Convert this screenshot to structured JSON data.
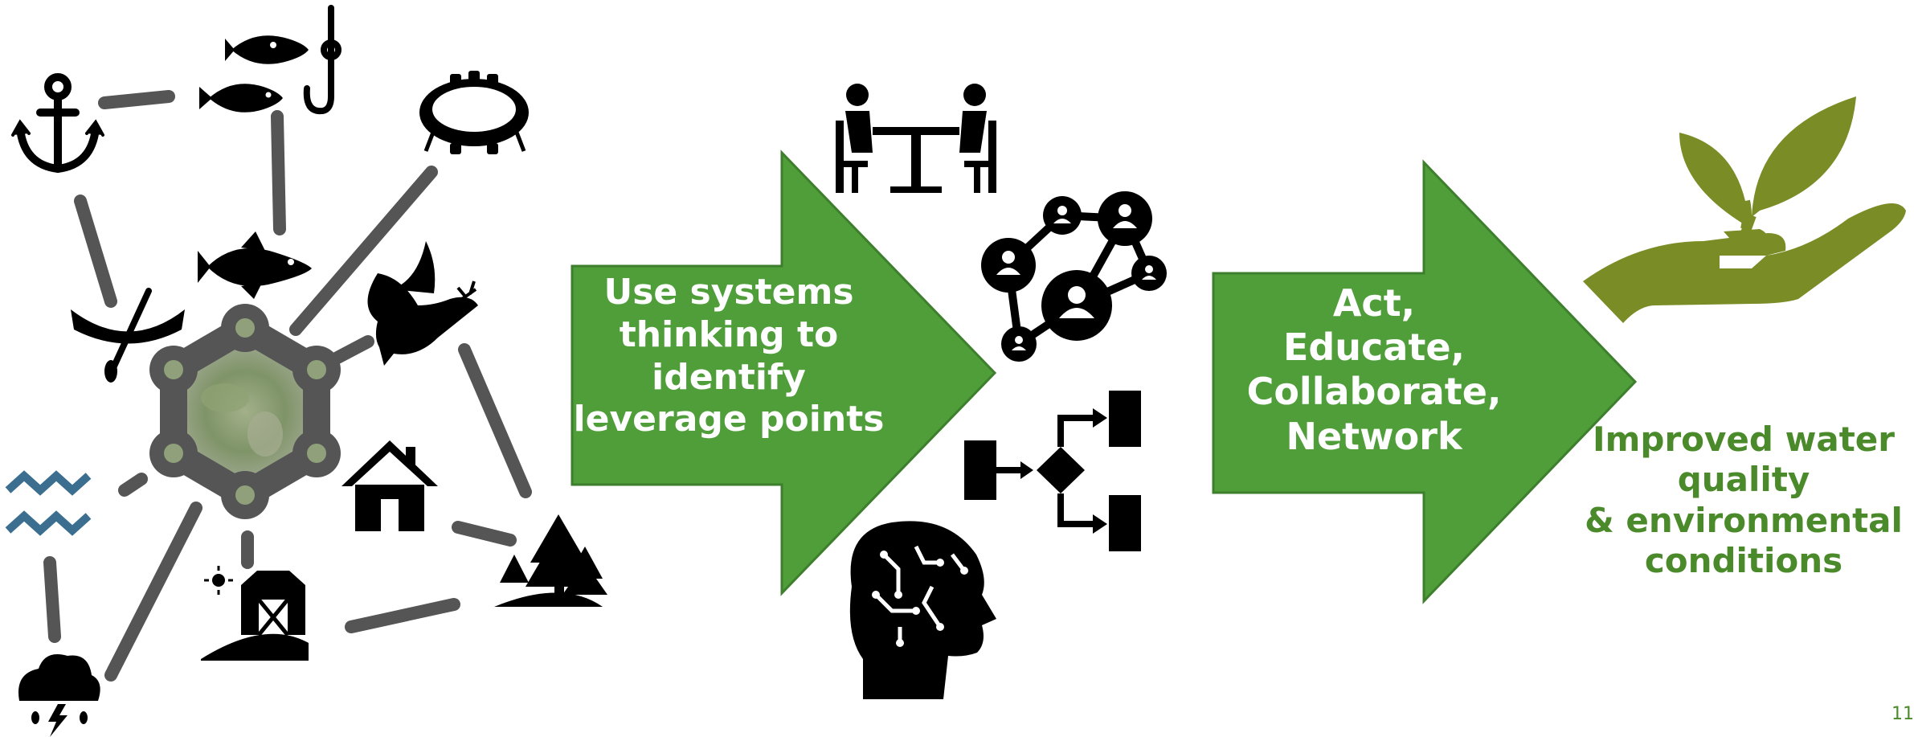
{
  "colors": {
    "arrow_green": "#4f9e3a",
    "outcome_green": "#4a8a2a",
    "plant_green": "#7a8c25",
    "connector_gray": "#555555",
    "icon_black": "#000000",
    "water_blue": "#3b6e8f"
  },
  "arrow1": {
    "lines": [
      "Use systems",
      "thinking to",
      "identify",
      "leverage points"
    ]
  },
  "arrow2": {
    "lines": [
      "Act,",
      "Educate,",
      "Collaborate,",
      "Network"
    ]
  },
  "outcome": {
    "lines": [
      "Improved water",
      "quality",
      "& environmental",
      "conditions"
    ]
  },
  "page_number": "11",
  "icons": {
    "system_map": [
      "anchor-icon",
      "fish-icon",
      "fishhook-icon",
      "conference-table-icon",
      "canoe-icon",
      "dove-icon",
      "watershed-hub-icon",
      "water-waves-icon",
      "house-icon",
      "forest-icon",
      "barn-icon",
      "storm-cloud-icon"
    ],
    "methods": [
      "meeting-icon",
      "network-icon",
      "decision-flow-icon",
      "brain-icon"
    ],
    "outcome": [
      "plant-hand-icon"
    ]
  }
}
